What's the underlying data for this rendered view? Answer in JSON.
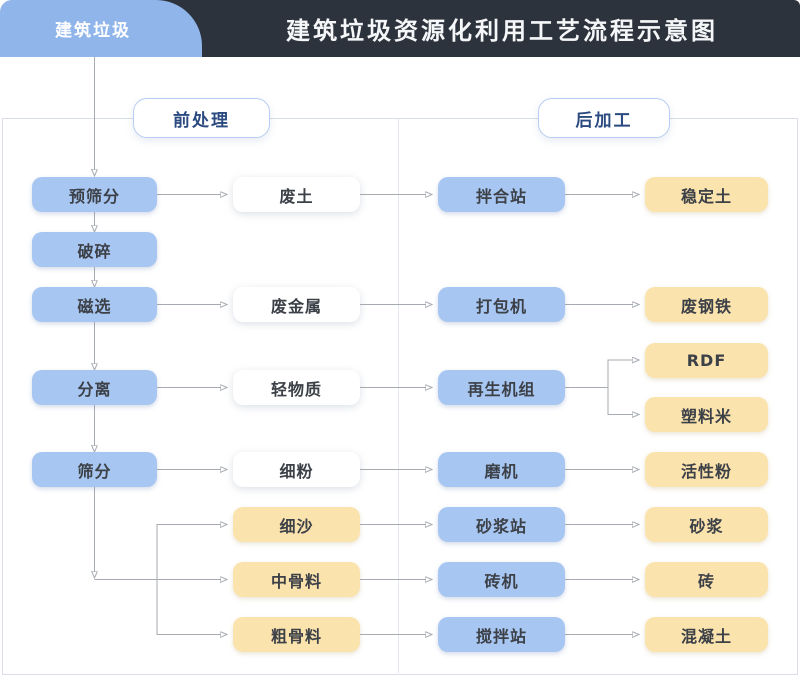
{
  "header": {
    "tab": "建筑垃圾",
    "title": "建筑垃圾资源化利用工艺流程示意图"
  },
  "sections": {
    "pre": "前处理",
    "post": "后加工"
  },
  "nodes": {
    "pre_screening": "预筛分",
    "crushing": "破碎",
    "magnetic_separation": "磁选",
    "separation": "分离",
    "screening": "筛分",
    "waste_soil": "废土",
    "waste_metal": "废金属",
    "light_material": "轻物质",
    "fine_powder": "细粉",
    "fine_sand": "细沙",
    "medium_aggregate": "中骨料",
    "coarse_aggregate": "粗骨料",
    "mixing_station": "拌合站",
    "baler": "打包机",
    "regeneration_unit": "再生机组",
    "mill": "磨机",
    "mortar_station": "砂浆站",
    "brick_machine": "砖机",
    "concrete_station": "搅拌站",
    "stabilized_soil": "稳定土",
    "rdf": "RDF",
    "plastic_pellets": "塑料米",
    "scrap_steel": "废钢铁",
    "active_powder": "活性粉",
    "mortar": "砂浆",
    "brick": "砖",
    "concrete": "混凝土"
  },
  "flows": [
    {
      "from": "建筑垃圾",
      "to": "预筛分"
    },
    {
      "from": "预筛分",
      "to": "破碎"
    },
    {
      "from": "破碎",
      "to": "磁选"
    },
    {
      "from": "磁选",
      "to": "分离"
    },
    {
      "from": "分离",
      "to": "筛分"
    },
    {
      "from": "预筛分",
      "to": "废土"
    },
    {
      "from": "磁选",
      "to": "废金属"
    },
    {
      "from": "分离",
      "to": "轻物质"
    },
    {
      "from": "筛分",
      "to": "细粉"
    },
    {
      "from": "筛分",
      "to": "细沙"
    },
    {
      "from": "筛分",
      "to": "中骨料"
    },
    {
      "from": "筛分",
      "to": "粗骨料"
    },
    {
      "from": "废土",
      "to": "拌合站"
    },
    {
      "from": "废金属",
      "to": "打包机"
    },
    {
      "from": "轻物质",
      "to": "再生机组"
    },
    {
      "from": "细粉",
      "to": "磨机"
    },
    {
      "from": "细沙",
      "to": "砂浆站"
    },
    {
      "from": "中骨料",
      "to": "砖机"
    },
    {
      "from": "粗骨料",
      "to": "搅拌站"
    },
    {
      "from": "拌合站",
      "to": "稳定土"
    },
    {
      "from": "打包机",
      "to": "废钢铁"
    },
    {
      "from": "再生机组",
      "to": "RDF"
    },
    {
      "from": "再生机组",
      "to": "塑料米"
    },
    {
      "from": "磨机",
      "to": "活性粉"
    },
    {
      "from": "砂浆站",
      "to": "砂浆"
    },
    {
      "from": "砖机",
      "to": "砖"
    },
    {
      "from": "搅拌站",
      "to": "混凝土"
    }
  ],
  "colors": {
    "header_bg": "#2d333c",
    "tab_bg": "#8fb5ea",
    "process_blue": "#a7c6f1",
    "product_yellow": "#fbe3ae",
    "accent_border": "#b7cdf1",
    "arrow_gray": "#a6aab1"
  }
}
